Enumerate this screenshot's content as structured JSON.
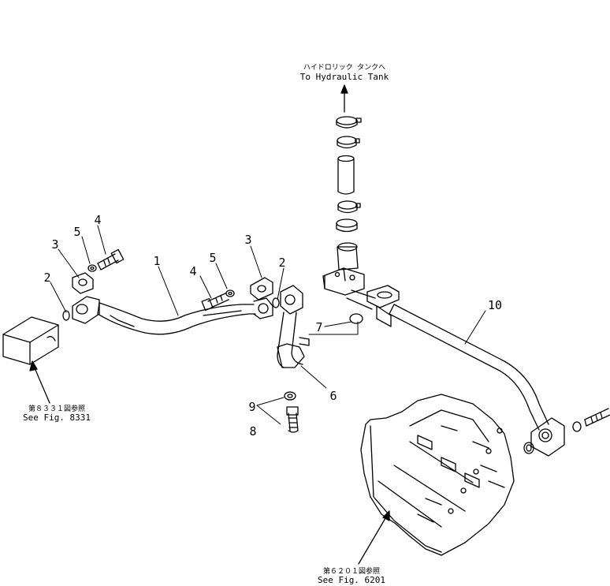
{
  "callouts": [
    {
      "id": "1",
      "text": "1"
    },
    {
      "id": "2a",
      "text": "2"
    },
    {
      "id": "2b",
      "text": "2"
    },
    {
      "id": "3a",
      "text": "3"
    },
    {
      "id": "3b",
      "text": "3"
    },
    {
      "id": "4a",
      "text": "4"
    },
    {
      "id": "4b",
      "text": "4"
    },
    {
      "id": "5a",
      "text": "5"
    },
    {
      "id": "5b",
      "text": "5"
    },
    {
      "id": "6",
      "text": "6"
    },
    {
      "id": "7",
      "text": "7"
    },
    {
      "id": "8",
      "text": "8"
    },
    {
      "id": "9",
      "text": "9"
    },
    {
      "id": "10",
      "text": "10"
    }
  ],
  "references": {
    "tank": {
      "jp": "ハイドロリック タンクへ",
      "en": "To Hydraulic Tank"
    },
    "fig8331": {
      "jp": "第８３３１図参照",
      "en": "See Fig. 8331"
    },
    "fig6201": {
      "jp": "第６２０１図参照",
      "en": "See Fig. 6201"
    }
  },
  "colors": {
    "ink": "#000000",
    "paper": "#ffffff"
  }
}
